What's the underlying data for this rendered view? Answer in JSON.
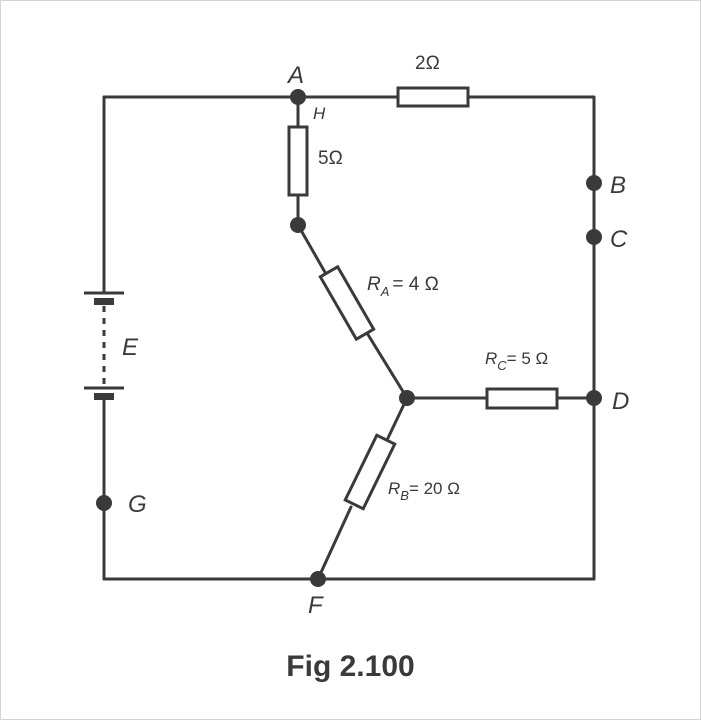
{
  "nodes": {
    "A": "A",
    "B": "B",
    "C": "C",
    "D": "D",
    "E": "E",
    "F": "F",
    "G": "G",
    "H": "H"
  },
  "resistors": {
    "top": {
      "value": "2Ω"
    },
    "vertical": {
      "value": "5Ω"
    },
    "ra": {
      "name": "R",
      "sub": "A",
      "value": "= 4 Ω"
    },
    "rc": {
      "name": "R",
      "sub": "C",
      "value": "= 5 Ω"
    },
    "rb": {
      "name": "R",
      "sub": "B",
      "value": "= 20 Ω"
    }
  },
  "caption": "Fig 2.100",
  "colors": {
    "wire": "#3a3a3a",
    "background": "#ffffff"
  }
}
